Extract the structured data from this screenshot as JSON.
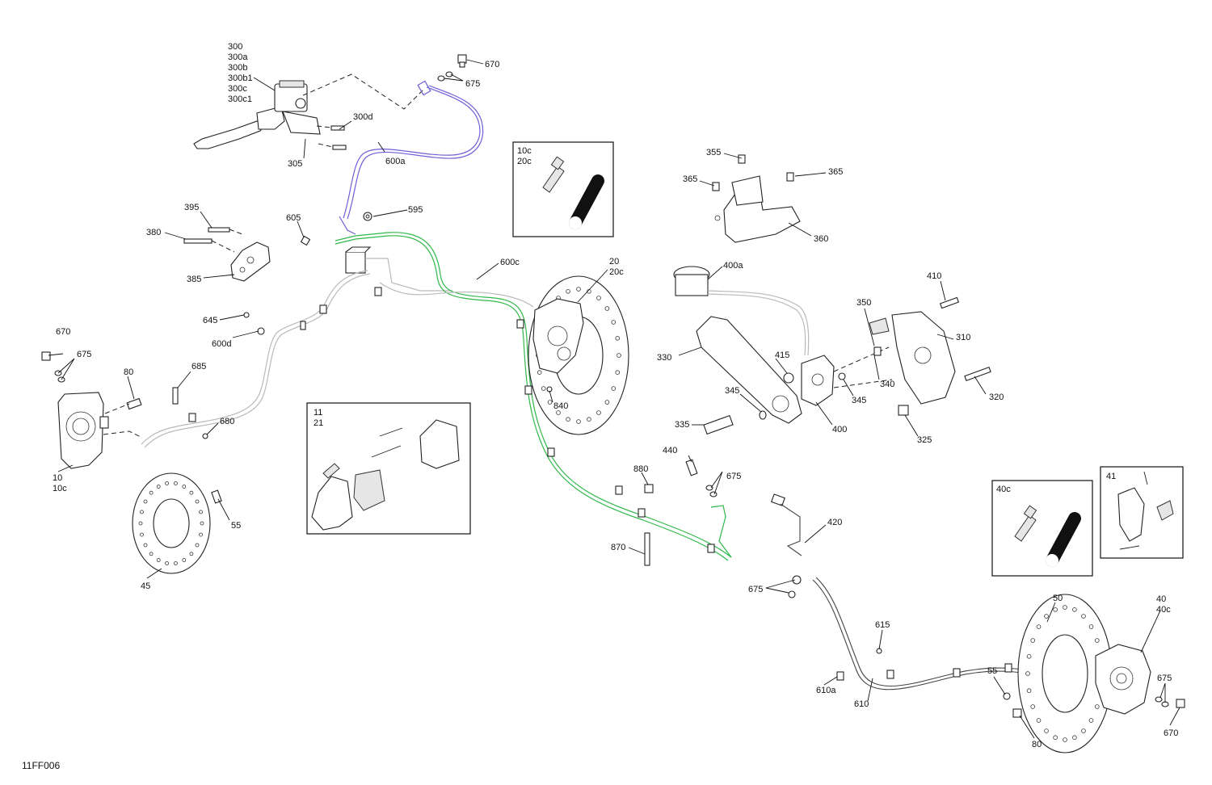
{
  "figure_code": "11FF006",
  "callouts": {
    "c300": "300",
    "c300a": "300a",
    "c300b": "300b",
    "c300b1": "300b1",
    "c300c": "300c",
    "c300c1": "300c1",
    "c300d": "300d",
    "c305": "305",
    "c600a": "600a",
    "c670_top": "670",
    "c675_top": "675",
    "c395": "395",
    "c380": "380",
    "c385": "385",
    "c605": "605",
    "c595": "595",
    "c600c": "600c",
    "c20": "20",
    "c20c": "20c",
    "c645": "645",
    "c600d": "600d",
    "c670_left": "670",
    "c675_left": "675",
    "c80_left": "80",
    "c685": "685",
    "c680": "680",
    "c10": "10",
    "c10c": "10c",
    "c55_left": "55",
    "c45": "45",
    "c840": "840",
    "c355": "355",
    "c365_a": "365",
    "c365_b": "365",
    "c360": "360",
    "c400a": "400a",
    "c410": "410",
    "c350": "350",
    "c310": "310",
    "c330": "330",
    "c415": "415",
    "c340": "340",
    "c345_a": "345",
    "c345_b": "345",
    "c320": "320",
    "c335": "335",
    "c400": "400",
    "c325": "325",
    "c440": "440",
    "c880": "880",
    "c675_mid": "675",
    "c870": "870",
    "c420": "420",
    "c675_low": "675",
    "c615": "615",
    "c610a": "610a",
    "c610": "610",
    "c50": "50",
    "c40": "40",
    "c40c": "40c",
    "c55_right": "55",
    "c675_right": "675",
    "c670_right": "670",
    "c80_right": "80"
  },
  "insets": {
    "bleeder_front": {
      "line1": "10c",
      "line2": "20c"
    },
    "pads_front": {
      "line1": "11",
      "line2": "21"
    },
    "bleeder_rear": {
      "line1": "40c"
    },
    "pads_rear": {
      "line1": "41"
    }
  },
  "colors": {
    "hose_front_left": "#6d5fd6",
    "hose_front_right": "#2fb84a",
    "hose_other": "#b9b9b9"
  }
}
